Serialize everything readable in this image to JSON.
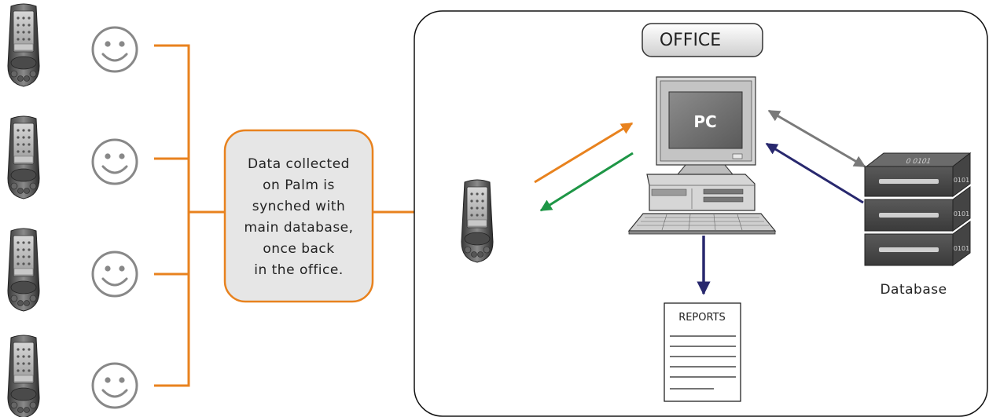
{
  "office": {
    "label": "OFFICE"
  },
  "pc": {
    "label": "PC"
  },
  "note": {
    "lines": [
      "Data collected",
      "on Palm is",
      "synched with",
      "main database,",
      "once back",
      "in the office."
    ]
  },
  "reports": {
    "label": "REPORTS"
  },
  "database": {
    "label": "Database",
    "binary_text": [
      "0 0101",
      "0101",
      "0101",
      "0101"
    ]
  },
  "colors": {
    "orange": "#E8821E",
    "green": "#1E9646",
    "navy": "#28286E",
    "gray": "#7A7A7A",
    "note_fill": "#E6E6E6"
  },
  "icons": {
    "user": "smiley-icon",
    "device": "palm-pda-icon",
    "computer": "desktop-pc-icon",
    "storage": "database-stack-icon",
    "document": "report-document-icon"
  }
}
